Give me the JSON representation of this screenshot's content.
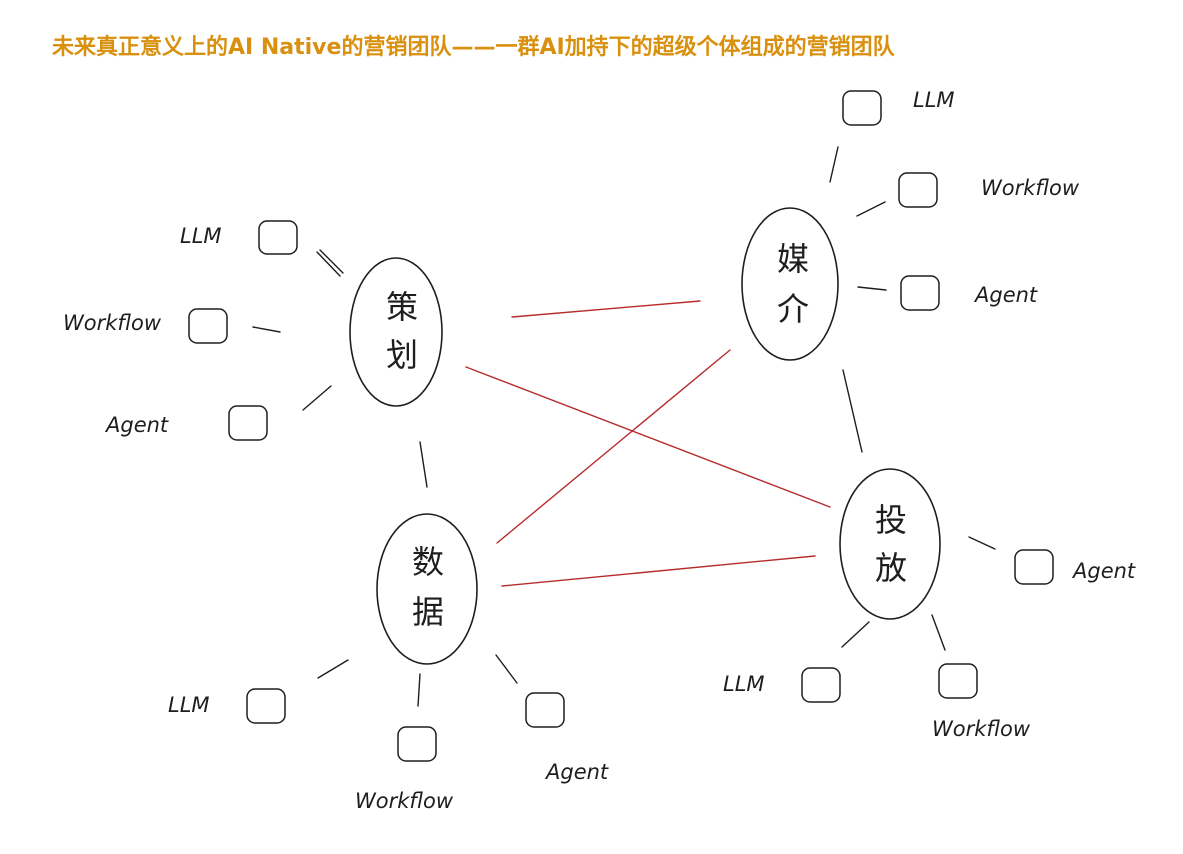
{
  "title": "未来真正意义上的AI Native的营销团队——一群AI加持下的超级个体组成的营销团队",
  "colors": {
    "title": "#d9900f",
    "link": "#b72b2b",
    "stroke": "#1e1e1e"
  },
  "nodes": [
    {
      "id": "cehua",
      "line1": "策",
      "line2": "划",
      "tools": [
        {
          "label": "LLM"
        },
        {
          "label": "Workflow"
        },
        {
          "label": "Agent"
        }
      ]
    },
    {
      "id": "meijie",
      "line1": "媒",
      "line2": "介",
      "tools": [
        {
          "label": "LLM"
        },
        {
          "label": "Workflow"
        },
        {
          "label": "Agent"
        }
      ]
    },
    {
      "id": "shuju",
      "line1": "数",
      "line2": "据",
      "tools": [
        {
          "label": "LLM"
        },
        {
          "label": "Workflow"
        },
        {
          "label": "Agent"
        }
      ]
    },
    {
      "id": "toufang",
      "line1": "投",
      "line2": "放",
      "tools": [
        {
          "label": "Agent"
        },
        {
          "label": "LLM"
        },
        {
          "label": "Workflow"
        }
      ]
    }
  ]
}
